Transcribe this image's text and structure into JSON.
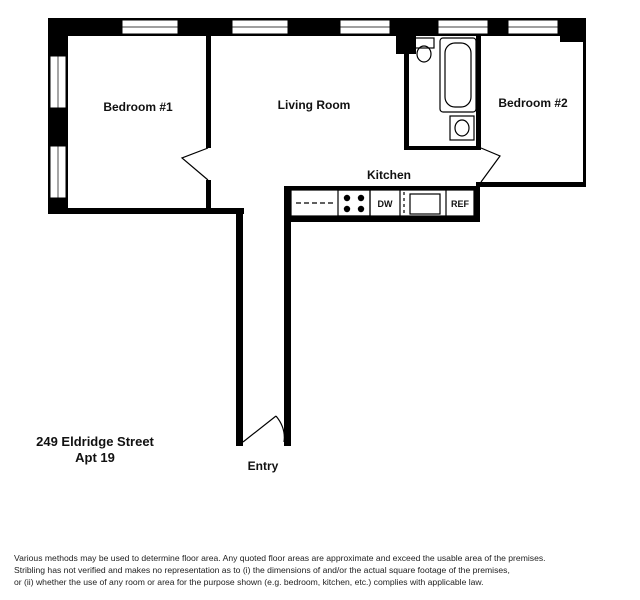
{
  "rooms": {
    "bedroom1": "Bedroom #1",
    "living_room": "Living Room",
    "bedroom2": "Bedroom #2",
    "kitchen": "Kitchen",
    "entry": "Entry"
  },
  "appliances": {
    "dishwasher": "DW",
    "refrigerator": "REF"
  },
  "address": {
    "street": "249 Eldridge Street",
    "unit": "Apt 19"
  },
  "disclaimer": [
    "Various methods may be used to determine floor area.  Any quoted floor areas are approximate and exceed the usable area of the premises.",
    "Stribling has not verified and makes no representation as to (i) the dimensions of and/or the actual square footage of the premises,",
    "or (ii) whether the use of any room or area for the purpose shown (e.g. bedroom, kitchen, etc.) complies with applicable law."
  ],
  "colors": {
    "wall": "#000000",
    "background": "#ffffff"
  }
}
